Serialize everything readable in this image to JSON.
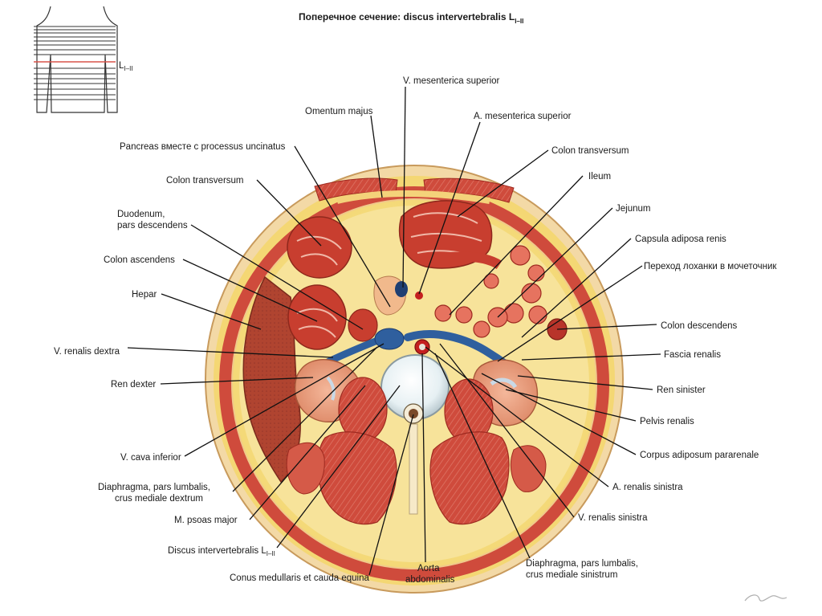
{
  "title": {
    "main": "Поперечное сечение: discus intervertebralis L",
    "subscript": "I–II"
  },
  "thumbnail": {
    "level_label": "L",
    "level_subscript": "I–II"
  },
  "labels_left": {
    "omentum_majus": "Omentum majus",
    "pancreas": "Pancreas вместе с processus uncinatus",
    "colon_transversum": "Colon transversum",
    "duodenum_line1": "Duodenum,",
    "duodenum_line2": "pars descendens",
    "colon_ascendens": "Colon ascendens",
    "hepar": "Hepar",
    "v_renalis_dextra": "V. renalis dextra",
    "ren_dexter": "Ren dexter",
    "v_cava_inferior": "V. cava inferior",
    "diaphragma_dextrum_line1": "Diaphragma, pars lumbalis,",
    "diaphragma_dextrum_line2": "crus mediale dextrum",
    "m_psoas_major": "M. psoas major",
    "discus_intervertebralis": "Discus intervertebralis L",
    "discus_subscript": "I–II",
    "conus_medullaris": "Conus medullaris et cauda equina"
  },
  "labels_right": {
    "v_mesenterica_superior": "V. mesenterica superior",
    "a_mesenterica_superior": "A. mesenterica superior",
    "colon_transversum": "Colon transversum",
    "ileum": "Ileum",
    "jejunum": "Jejunum",
    "capsula_adiposa_renis": "Capsula adiposa renis",
    "perekhod": "Переход лоханки в мочеточник",
    "colon_descendens": "Colon descendens",
    "fascia_renalis": "Fascia renalis",
    "ren_sinister": "Ren sinister",
    "pelvis_renalis": "Pelvis renalis",
    "corpus_adiposum": "Corpus adiposum pararenale",
    "a_renalis_sinistra": "A. renalis sinistra",
    "v_renalis_sinistra": "V. renalis sinistra",
    "diaphragma_sinistrum_line1": "Diaphragma, pars lumbalis,",
    "diaphragma_sinistrum_line2": "crus mediale sinistrum"
  },
  "labels_bottom": {
    "aorta_line1": "Aorta",
    "aorta_line2": "abdominalis"
  },
  "colors": {
    "fat": "#f6de7a",
    "skin": "#f3d9a6",
    "muscle": "#cf4b3c",
    "muscle_dark": "#b8342a",
    "liver": "#b04430",
    "kidney": "#e69a78",
    "vein": "#2f5f9e",
    "artery": "#c41f1f",
    "bone": "#f2ecdf",
    "leader": "#111111",
    "text": "#1a1a1a"
  }
}
